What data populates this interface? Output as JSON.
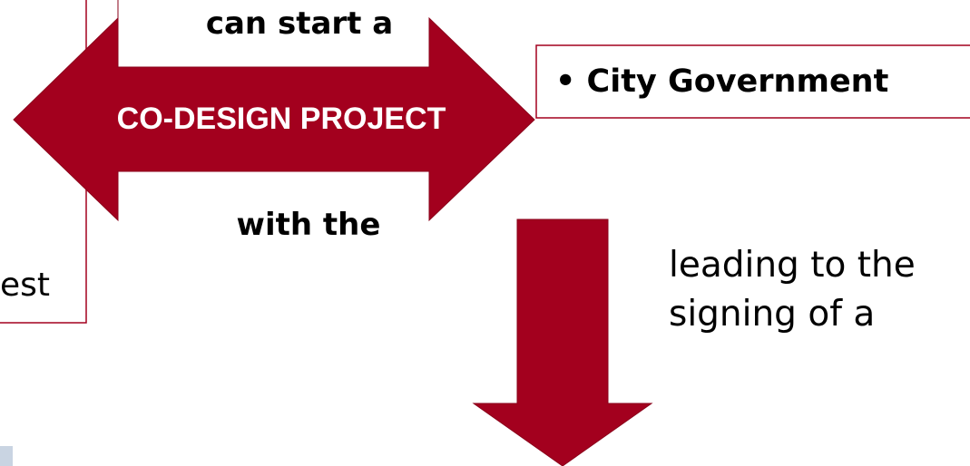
{
  "diagram": {
    "top_label": "can start a",
    "arrow_label": "CO-DESIGN PROJECT",
    "bottom_label": "with the",
    "city_government": "• City Government",
    "leading_text": "leading to the signing of a",
    "partial_left_text": "est"
  },
  "colors": {
    "arrow_fill": "#A3001E",
    "box_border": "#A3001E",
    "arrow_text": "#FFFFFF",
    "text": "#000000"
  }
}
